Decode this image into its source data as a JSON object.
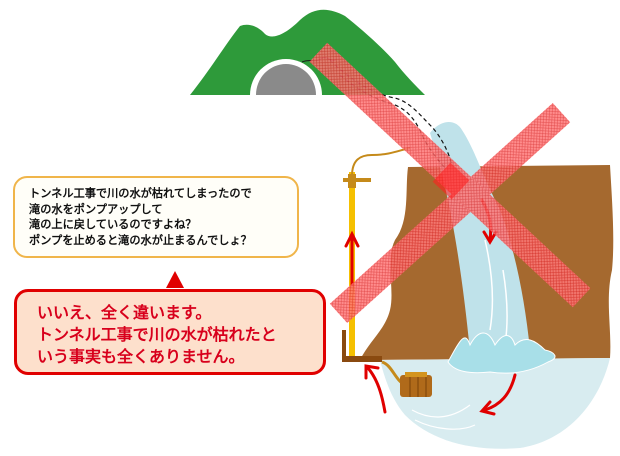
{
  "question_bubble": {
    "lines": [
      "トンネル工事で川の水が枯れてしまったので",
      "滝の水をポンプアップして",
      "滝の上に戻しているのですよね？",
      "ポンプを止めると滝の水が止まるんでしょ？"
    ],
    "border_color": "#f0b54a"
  },
  "answer_bubble": {
    "lines": [
      "いいえ、全く違います。",
      "トンネル工事で川の水が枯れたと",
      "いう事実も全くありません。"
    ],
    "border_color": "#e00000",
    "fill_color": "#fde0cc",
    "text_color": "#d8001c"
  },
  "illustration": {
    "mountain_color": "#2e9a3a",
    "tunnel_color": "#8a8a8a",
    "cliff_color": "#a5692f",
    "water_color": "#bfe2ea",
    "pump_pipe_color": "#f5c000",
    "cross_mark_color": "#ff4c4c",
    "arrow_color": "#e00000"
  }
}
